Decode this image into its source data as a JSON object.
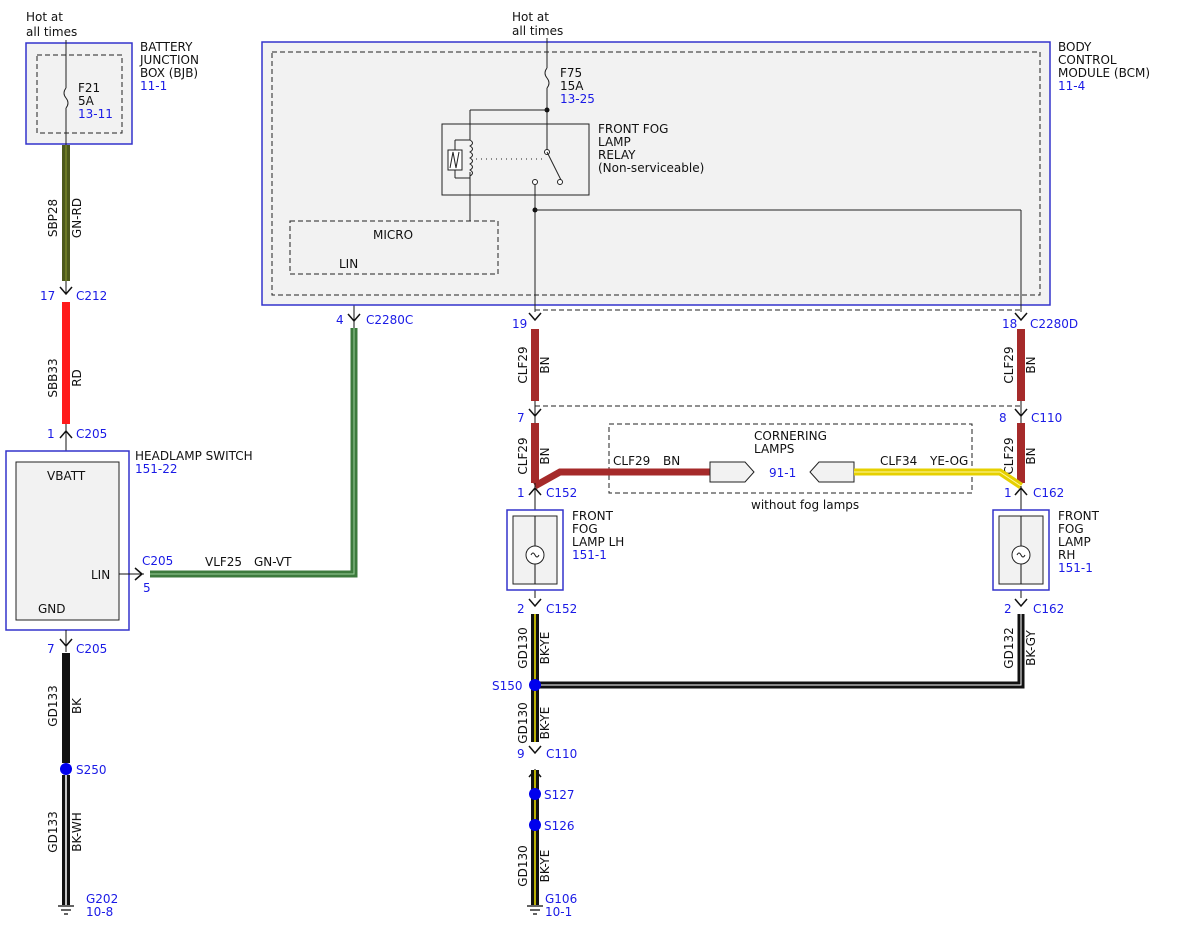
{
  "battery_box": {
    "hot": [
      "Hot at",
      "all times"
    ],
    "name": [
      "BATTERY",
      "JUNCTION",
      "BOX (BJB)"
    ],
    "ref": "11-1",
    "fuse": {
      "id": "F21",
      "rating": "5A",
      "ref": "13-11"
    }
  },
  "bcm": {
    "hot": [
      "Hot at",
      "all times"
    ],
    "name": [
      "BODY",
      "CONTROL",
      "MODULE (BCM)"
    ],
    "ref": "11-4",
    "fuse": {
      "id": "F75",
      "rating": "15A",
      "ref": "13-25"
    },
    "relay": [
      "FRONT FOG",
      "LAMP",
      "RELAY",
      "(Non-serviceable)"
    ],
    "micro": "MICRO",
    "lin": "LIN"
  },
  "headlamp_switch": {
    "name": "HEADLAMP SWITCH",
    "ref": "151-22",
    "vbatt": "VBATT",
    "lin": "LIN",
    "gnd": "GND"
  },
  "cornering": {
    "name": [
      "CORNERING",
      "LAMPS"
    ],
    "ref": "91-1",
    "note": "without fog lamps"
  },
  "fog_lh": {
    "name": [
      "FRONT",
      "FOG",
      "LAMP LH"
    ],
    "ref": "151-1"
  },
  "fog_rh": {
    "name": [
      "FRONT",
      "FOG",
      "LAMP",
      "RH"
    ],
    "ref": "151-1"
  },
  "connectors": {
    "c212": {
      "pin": "17",
      "id": "C212"
    },
    "c205_1": {
      "pin": "1",
      "id": "C205"
    },
    "c205_5": {
      "pin": "5",
      "id": "C205"
    },
    "c205_7": {
      "pin": "7",
      "id": "C205"
    },
    "c2280c": {
      "pin": "4",
      "id": "C2280C"
    },
    "c2280d_19": {
      "pin": "19"
    },
    "c2280d_18": {
      "pin": "18",
      "id": "C2280D"
    },
    "c110_7": {
      "pin": "7"
    },
    "c110_8": {
      "pin": "8",
      "id": "C110"
    },
    "c152_1": {
      "pin": "1",
      "id": "C152"
    },
    "c162_1": {
      "pin": "1",
      "id": "C162"
    },
    "c152_2": {
      "pin": "2",
      "id": "C152"
    },
    "c162_2": {
      "pin": "2",
      "id": "C162"
    },
    "c110_9": {
      "pin": "9",
      "id": "C110"
    }
  },
  "splices": {
    "s150": "S150",
    "s250": "S250",
    "s127": "S127",
    "s126": "S126"
  },
  "grounds": {
    "g202": {
      "id": "G202",
      "ref": "10-8"
    },
    "g106": {
      "id": "G106",
      "ref": "10-1"
    }
  },
  "wires": {
    "sbp28": {
      "circuit": "SBP28",
      "color": "GN-RD"
    },
    "sbb33": {
      "circuit": "SBB33",
      "color": "RD"
    },
    "gd133a": {
      "circuit": "GD133",
      "color": "BK"
    },
    "gd133b": {
      "circuit": "GD133",
      "color": "BK-WH"
    },
    "vlf25": {
      "circuit": "VLF25",
      "color": "GN-VT"
    },
    "clf29_lh1": {
      "circuit": "CLF29",
      "color": "BN"
    },
    "clf29_rh1": {
      "circuit": "CLF29",
      "color": "BN"
    },
    "clf29_lh2": {
      "circuit": "CLF29",
      "color": "BN"
    },
    "clf29_rh2": {
      "circuit": "CLF29",
      "color": "BN"
    },
    "clf29_corner": {
      "circuit": "CLF29",
      "color": "BN"
    },
    "clf34_corner": {
      "circuit": "CLF34",
      "color": "YE-OG"
    },
    "gd130a": {
      "circuit": "GD130",
      "color": "BK-YE"
    },
    "gd130b": {
      "circuit": "GD130",
      "color": "BK-YE"
    },
    "gd130c": {
      "circuit": "GD130",
      "color": "BK-YE"
    },
    "gd132": {
      "circuit": "GD132",
      "color": "BK-GY"
    }
  },
  "colors": {
    "module_border": "#3333cc",
    "module_fill": "#f2f2f2",
    "brown": "#a52a2a",
    "red": "#ff1a1a",
    "green": "#3c7a3c",
    "olive": "#4d5a1c",
    "yellow": "#f2e600",
    "splice": "#0000ee"
  }
}
